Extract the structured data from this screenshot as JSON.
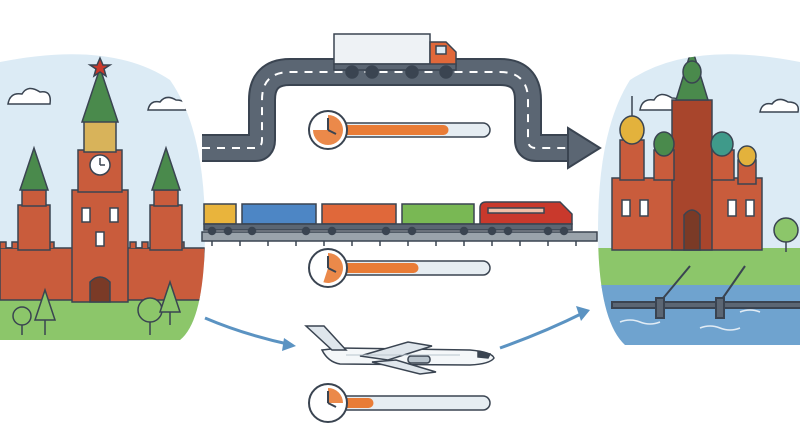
{
  "colors": {
    "background": "#ffffff",
    "sky": "#dcebf5",
    "grass": "#8cc66a",
    "brick": "#c95c3c",
    "brick_dark": "#a8452c",
    "road": "#5b6673",
    "road_lines": "#ffffff",
    "rail": "#8b939c",
    "river": "#6fa3cf",
    "flight_arrow": "#5b93c2",
    "timer_fill": "#e97c36",
    "timer_track": "#e6edf2",
    "outline": "#3a4451"
  },
  "routes": [
    {
      "mode": "truck",
      "icon": "truck-icon",
      "duration_fraction": 0.75
    },
    {
      "mode": "train",
      "icon": "train-icon",
      "duration_fraction": 0.55
    },
    {
      "mode": "plane",
      "icon": "plane-icon",
      "duration_fraction": 0.25
    }
  ],
  "landmarks": {
    "origin": "kremlin-icon",
    "destination": "church-of-savior-icon"
  }
}
